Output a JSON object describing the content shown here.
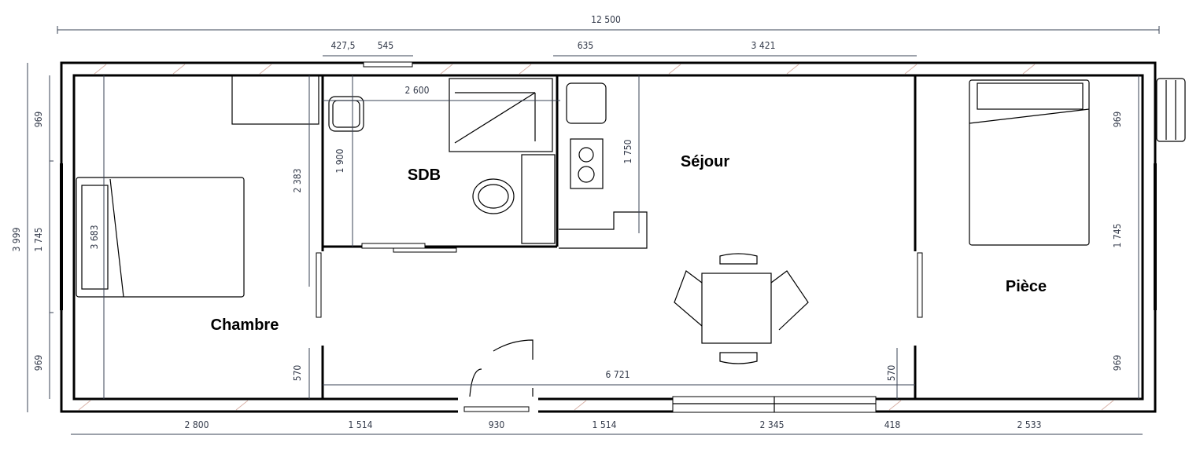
{
  "rooms": {
    "sdb": "SDB",
    "sejour": "Séjour",
    "chambre": "Chambre",
    "piece": "Pièce"
  },
  "dimensions": {
    "top": {
      "total": "12 500",
      "d1": "427,5",
      "d2": "545",
      "d3": "635",
      "d4": "3 421"
    },
    "left": {
      "total": "3 999",
      "d1": "969",
      "d2": "1 745",
      "d3": "969"
    },
    "right": {
      "d1": "969",
      "d2": "1 745",
      "d3": "969"
    },
    "bottom": {
      "d1": "2 800",
      "d2": "1 514",
      "d3": "930",
      "d4": "1 514",
      "d5": "2 345",
      "d6": "418",
      "d7": "2 533"
    },
    "interior": {
      "bed": "3 683",
      "chambre_h": "2 383",
      "sdb_h": "1 900",
      "sdb_w": "2 600",
      "kitchen_h": "1 750",
      "left_570": "570",
      "sejour_w": "6 721",
      "right_570": "570"
    }
  },
  "colors": {
    "walls": "#000000",
    "dimension_lines": "#3a4355",
    "hatch": "#d9b3a8"
  }
}
